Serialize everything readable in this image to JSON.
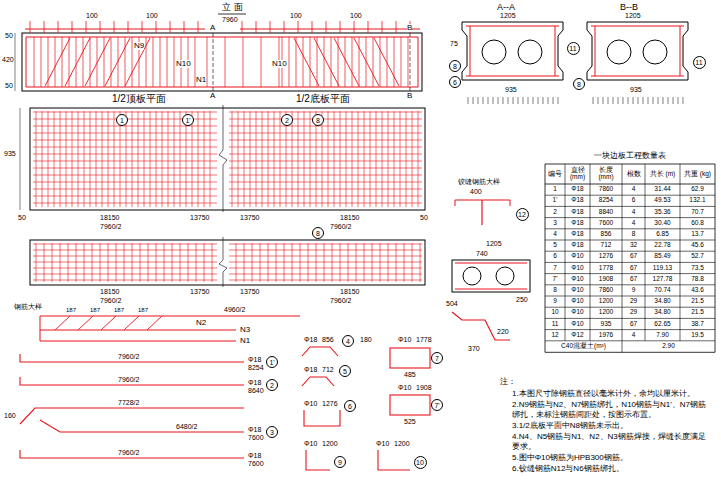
{
  "diagram": {
    "nodes": [
      {
        "text": [
          "1"
        ]
      },
      {
        "text": [
          "1'"
        ]
      },
      {
        "text": [
          "2"
        ]
      },
      {
        "text": [
          "8"
        ]
      },
      {
        "text": [
          "8"
        ]
      },
      {
        "text": [
          "8"
        ]
      },
      {
        "text": [
          "6"
        ]
      },
      {
        "text": [
          "11"
        ]
      },
      {
        "text": [
          "8"
        ]
      },
      {
        "text": [
          "11"
        ]
      },
      {
        "text": [
          "12"
        ]
      },
      {
        "text": [
          "1'"
        ]
      },
      {
        "text": [
          "2"
        ]
      },
      {
        "text": [
          "3"
        ]
      },
      {
        "text": [
          "4"
        ]
      },
      {
        "text": [
          "5"
        ]
      },
      {
        "text": [
          "6"
        ]
      },
      {
        "text": [
          "7"
        ]
      },
      {
        "text": [
          "7'"
        ]
      },
      {
        "text": [
          "9"
        ]
      },
      {
        "text": [
          "10"
        ]
      }
    ],
    "labels": [
      "立 面",
      "A--A",
      "B--B",
      "1/2顶板平面",
      "1/2底板平面",
      "7960",
      "100",
      "100",
      "100",
      "100",
      "N9",
      "N10",
      "N10",
      "N1",
      "A",
      "A",
      "B",
      "B",
      "50",
      "420",
      "50",
      "18150",
      "13750",
      "13750",
      "18150",
      "7960/2",
      "7960/2",
      "50",
      "50",
      "18150",
      "13750",
      "13750",
      "18150",
      "7960/2",
      "7960/2",
      "935",
      "1205",
      "935",
      "1205",
      "935",
      "75",
      "铰缝钢筋大样",
      "400",
      "1205",
      "740",
      "250",
      "504",
      "220",
      "370",
      "钢筋大样",
      "4960/2",
      "N2",
      "N3",
      "N1",
      "7960/2",
      "Φ18",
      "8254",
      "7960/2",
      "Φ18",
      "8640",
      "7728/2",
      "6480/2",
      "Φ18",
      "7600",
      "7960/2",
      "Φ18",
      "7600",
      "Φ18",
      "856",
      "Φ18",
      "712",
      "Φ10",
      "1276",
      "Φ10",
      "1778",
      "Φ10",
      "1908",
      "Φ10",
      "1200",
      "Φ10",
      "1200",
      "485",
      "525",
      "180",
      "160",
      "187",
      "187",
      "187",
      "187",
      "一块边板工程数量表",
      "编号",
      "直径 (mm)",
      "长度 (mm)",
      "根数",
      "共长 (m)",
      "共重 (kg)",
      "1",
      "Φ18",
      "7860",
      "4",
      "31.44",
      "62.9",
      "1'",
      "Φ18",
      "8254",
      "6",
      "49.53",
      "132.1",
      "2",
      "Φ18",
      "8840",
      "4",
      "35.36",
      "70.7",
      "3",
      "Φ18",
      "7600",
      "4",
      "30.40",
      "60.8",
      "4",
      "Φ18",
      "856",
      "8",
      "6.85",
      "13.7",
      "5",
      "Φ18",
      "712",
      "32",
      "22.78",
      "45.6",
      "6",
      "Φ10",
      "1276",
      "67",
      "85.49",
      "52.7",
      "7",
      "Φ10",
      "1778",
      "67",
      "119.13",
      "73.5",
      "7'",
      "Φ10",
      "1908",
      "67",
      "127.78",
      "78.8",
      "8",
      "Φ10",
      "7860",
      "9",
      "70.74",
      "43.6",
      "9",
      "Φ10",
      "1200",
      "29",
      "34.80",
      "21.5",
      "10",
      "Φ10",
      "1200",
      "29",
      "34.80",
      "21.5",
      "11",
      "Φ10",
      "935",
      "67",
      "62.65",
      "38.7",
      "12",
      "Φ12",
      "1976",
      "4",
      "7.90",
      "19.5",
      "C40混凝土(m³)",
      "2.90",
      "注：",
      "1.本图尺寸除钢筋直径以毫米计外，余均以厘米计。",
      "2.N9钢筋与N2、N7钢筋绑扎，N10钢筋与N1'、N7钢筋绑扎，未标注钢筋间距处，按图示布置。",
      "3.1/2底板平面中N8钢筋未示出。",
      "4.N4、N5钢筋与N1、N2、N3钢筋焊接，焊缝长度满足要求。",
      "5.图中Φ10钢筋为HPB300钢筋。",
      "6.铰缝钢筋N12与N6钢筋绑扎。"
    ]
  }
}
